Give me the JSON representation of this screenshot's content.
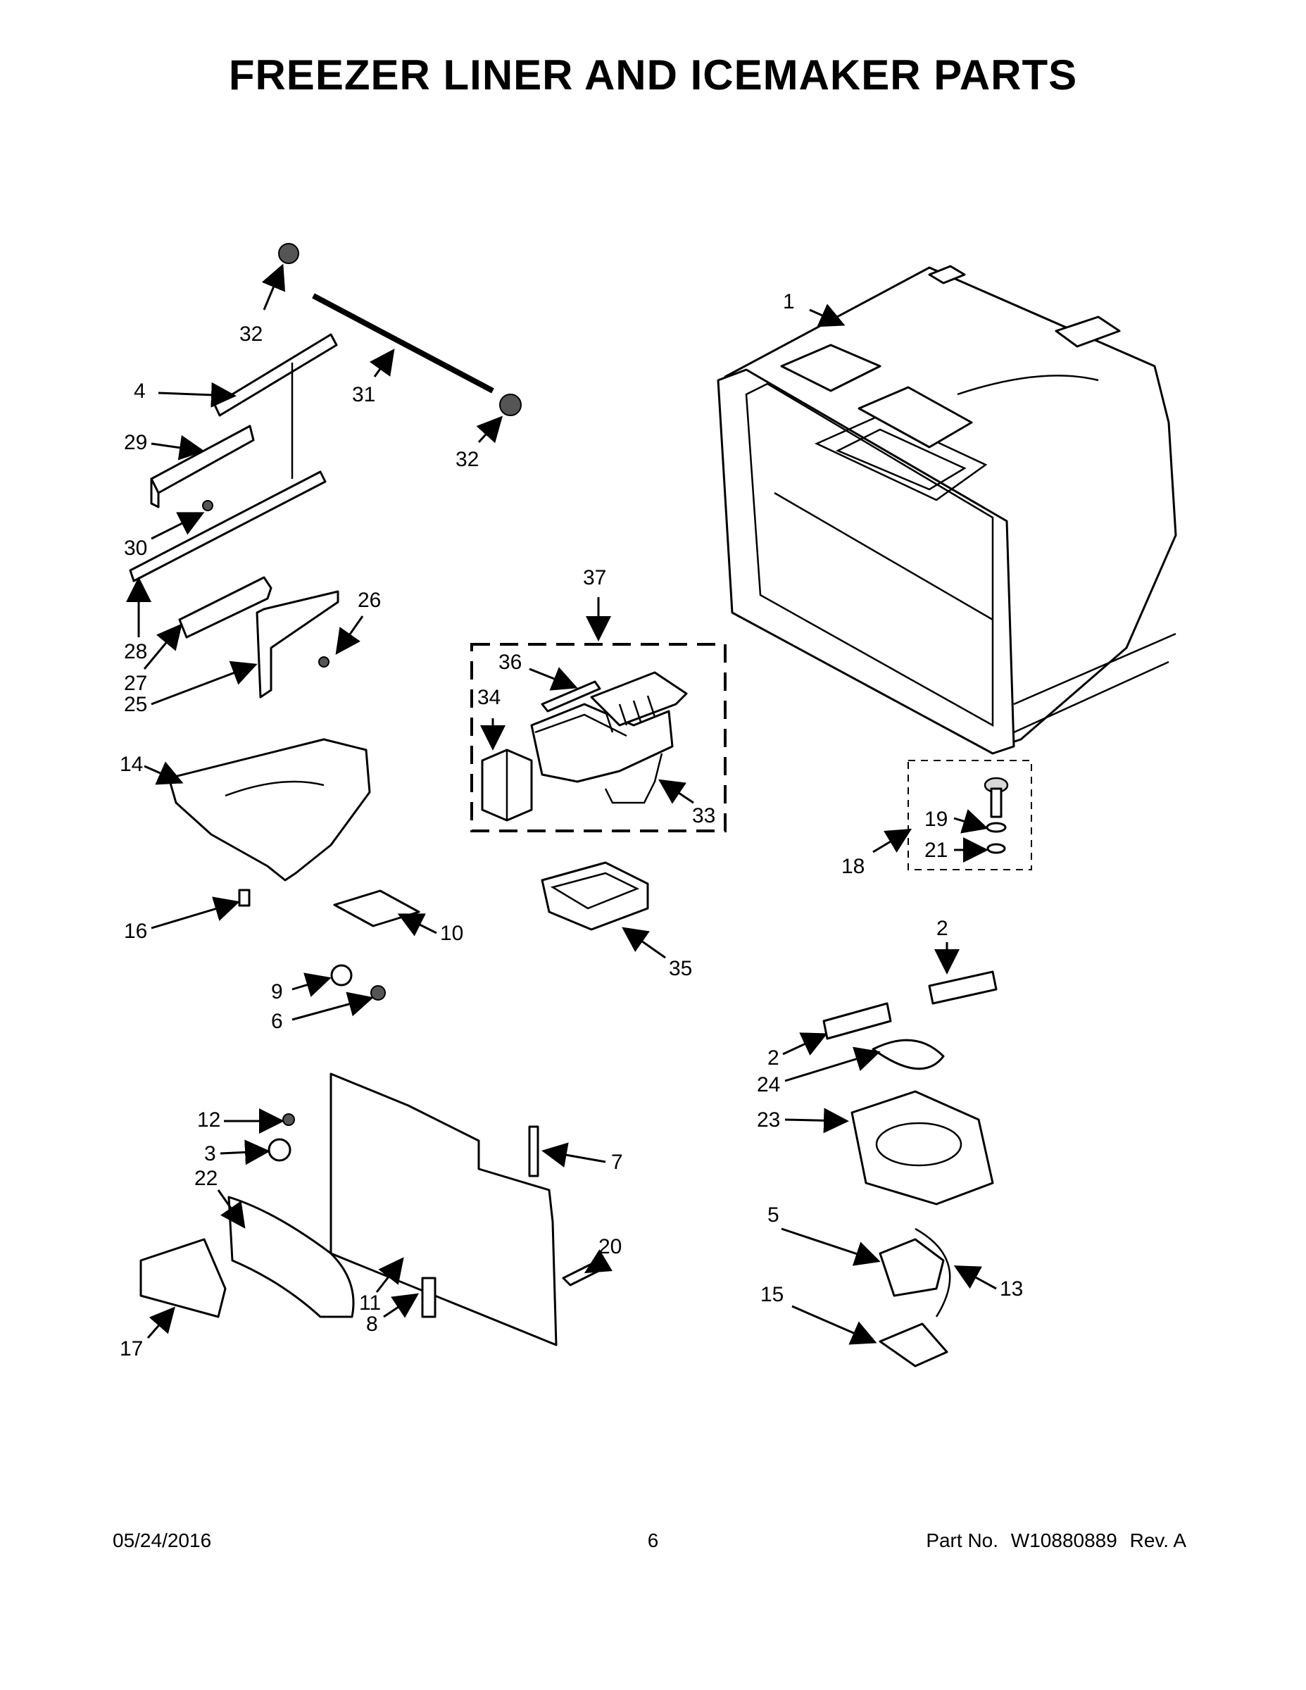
{
  "page": {
    "title": "FREEZER LINER AND ICEMAKER PARTS",
    "footer": {
      "date": "05/24/2016",
      "page_number": "6",
      "part_label": "Part No.",
      "part_number": "W10880889",
      "revision": "Rev. A"
    }
  },
  "callouts": {
    "c1": "1",
    "c2a": "2",
    "c2b": "2",
    "c3": "3",
    "c4": "4",
    "c5": "5",
    "c6": "6",
    "c7": "7",
    "c8": "8",
    "c9": "9",
    "c10": "10",
    "c11": "11",
    "c12": "12",
    "c13": "13",
    "c14": "14",
    "c15": "15",
    "c16": "16",
    "c17": "17",
    "c18": "18",
    "c19": "19",
    "c20": "20",
    "c21": "21",
    "c22": "22",
    "c23": "23",
    "c24": "24",
    "c25": "25",
    "c26": "26",
    "c27": "27",
    "c28": "28",
    "c29": "29",
    "c30": "30",
    "c31": "31",
    "c32a": "32",
    "c32b": "32",
    "c33": "33",
    "c34": "34",
    "c35": "35",
    "c36": "36",
    "c37": "37"
  }
}
